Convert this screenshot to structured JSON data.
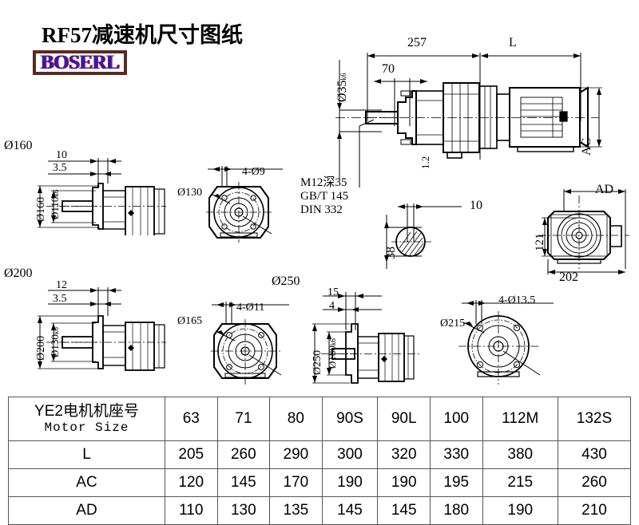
{
  "title": "RF57减速机尺寸图纸",
  "logo": {
    "text": "BOSERL",
    "border_color": "#5a2a24",
    "letter_color": "#2020c0",
    "accent_color": "#d01818"
  },
  "main_view": {
    "dim_257": "257",
    "dim_L": "L",
    "dim_70": "70",
    "dim_shaft": "Ø35",
    "dim_shaft_tol": "k6",
    "dim_AC": "AC",
    "dim_12": "1.2",
    "notes": [
      "M12深35",
      "GB/T 145",
      "DIN 332"
    ]
  },
  "key_detail": {
    "width": "10",
    "height": "38"
  },
  "motor_end_view": {
    "dim_AD": "AD",
    "dim_121": "121",
    "dim_202": "202"
  },
  "view_160": {
    "heading": "Ø160",
    "dim_10": "10",
    "dim_3_5": "3.5",
    "dim_outer": "Ø160",
    "dim_inner": "Ø110",
    "inner_tol": "k6"
  },
  "view_flange_130": {
    "holes": "4-Ø9",
    "pcd": "Ø130"
  },
  "view_200": {
    "heading": "Ø200",
    "dim_12": "12",
    "dim_3_5": "3.5",
    "dim_outer": "Ø200",
    "dim_inner": "Ø130",
    "inner_tol": "k6"
  },
  "view_flange_165": {
    "holes": "4-Ø11",
    "pcd": "Ø165"
  },
  "view_250": {
    "heading": "Ø250",
    "dim_15": "15",
    "dim_4": "4",
    "dim_outer": "Ø250",
    "dim_inner": "Ø180",
    "inner_tol": "k6"
  },
  "view_flange_215": {
    "holes": "4-Ø13.5",
    "pcd": "Ø215"
  },
  "table": {
    "header_cn": "YE2电机机座号",
    "header_en": "Motor Size",
    "sizes": [
      "63",
      "71",
      "80",
      "90S",
      "90L",
      "100",
      "112M",
      "132S"
    ],
    "rows": [
      {
        "label": "L",
        "values": [
          "205",
          "260",
          "290",
          "300",
          "320",
          "330",
          "380",
          "430"
        ]
      },
      {
        "label": "AC",
        "values": [
          "120",
          "145",
          "170",
          "190",
          "190",
          "195",
          "215",
          "260"
        ]
      },
      {
        "label": "AD",
        "values": [
          "110",
          "130",
          "135",
          "145",
          "145",
          "180",
          "190",
          "210"
        ]
      }
    ]
  }
}
